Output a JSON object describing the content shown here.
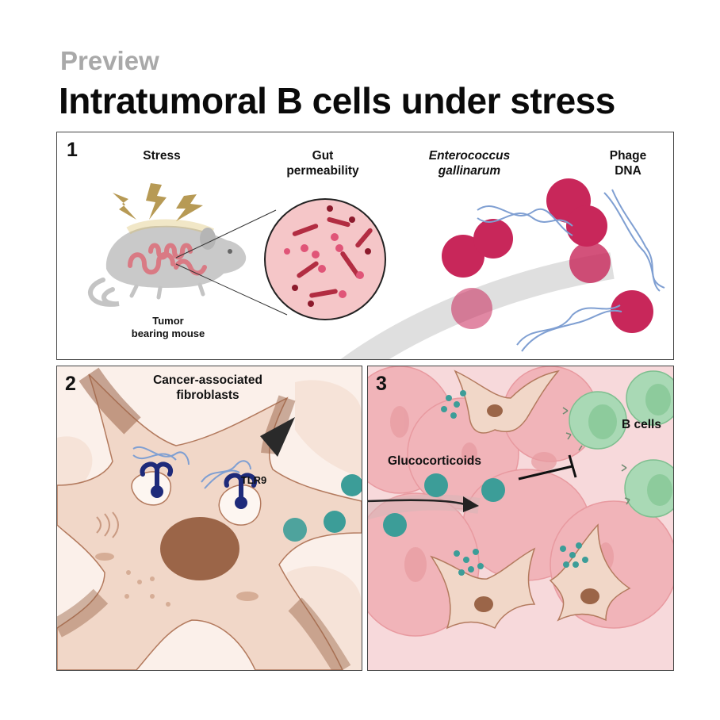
{
  "header": {
    "kicker": "Preview",
    "title": "Intratumoral B cells under stress"
  },
  "panel1": {
    "number": "1",
    "labels": {
      "stress": "Stress",
      "gut_line1": "Gut",
      "gut_line2": "permeability",
      "bact_line1": "Enterococcus",
      "bact_line2": "gallinarum",
      "phage_line1": "Phage",
      "phage_line2": "DNA",
      "mouse_line1": "Tumor",
      "mouse_line2": "bearing mouse"
    }
  },
  "panel2": {
    "number": "2",
    "labels": {
      "caf_line1": "Cancer-associated",
      "caf_line2": "fibroblasts",
      "receptor": "TLR9"
    }
  },
  "panel3": {
    "number": "3",
    "labels": {
      "hormone": "Glucocorticoids",
      "bcells": "B cells"
    }
  },
  "colors": {
    "stress_bolt": "#b79a55",
    "bacteria": "#c8275a",
    "dna": "#7f9fd2",
    "receptor": "#1e2a7a",
    "glucocorticoid": "#3c9d98",
    "fibroblast": "#f1d7c8",
    "fibroblast_edge": "#9a6448",
    "tumor": "#f1bcc0",
    "bcell": "#a9d9b5"
  }
}
